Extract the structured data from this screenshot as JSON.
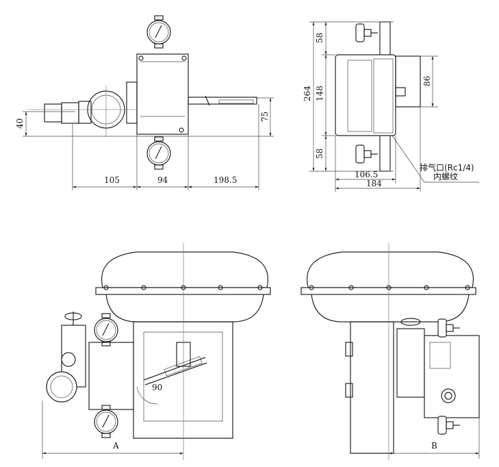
{
  "top_left_view": {
    "dim_height_left": "40",
    "dim_height_right": "75",
    "dim_width_1": "105",
    "dim_width_2": "94",
    "dim_width_3": "198.5"
  },
  "top_right_view": {
    "dim_total_height": "264",
    "dim_top": "58",
    "dim_middle": "148",
    "dim_bottom": "58",
    "dim_right": "86",
    "dim_depth_1": "106.5",
    "dim_depth_2": "184",
    "exhaust_label": "排气口(Rc1/4)",
    "thread_label": "内螺纹"
  },
  "bottom_left_view": {
    "angle_label": "90",
    "dim_a_label": "A"
  },
  "bottom_right_view": {
    "dim_b_label": "B"
  }
}
